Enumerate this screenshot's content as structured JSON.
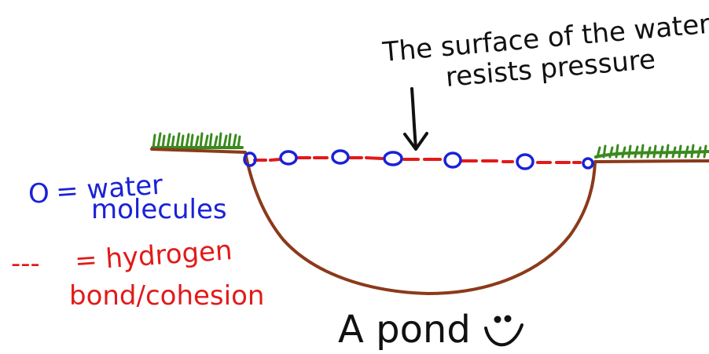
{
  "callout": {
    "line1": "The surface of the water",
    "line2": "resists pressure"
  },
  "legend": {
    "molecule_symbol": "O",
    "molecule_label_1": "= water",
    "molecule_label_2": "molecules",
    "bond_symbol": "---",
    "bond_label_1": "= hydrogen",
    "bond_label_2": "bond/cohesion"
  },
  "caption": "A pond",
  "colors": {
    "molecule": "#1a22d6",
    "bond": "#e21a1a",
    "soil": "#8b3a1a",
    "grass": "#3a8a1e",
    "ink": "#111111"
  },
  "icons": {
    "caption_face": "smiley-icon"
  }
}
